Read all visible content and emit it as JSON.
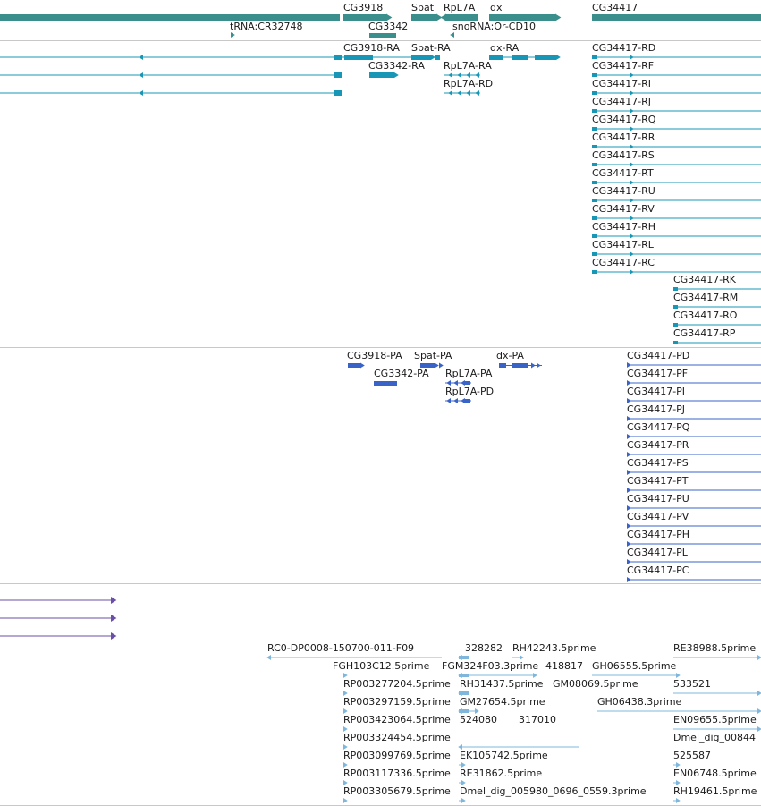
{
  "colors": {
    "gene": "#3a8f8c",
    "transcript": "#1797b5",
    "protein": "#3a63c8",
    "feature": "#6a4fa8",
    "est": "#7fb7dc",
    "divider": "#c8c8c8"
  },
  "genes": [
    {
      "id": "gene-cg3918",
      "label": "CG3918",
      "strand": "+"
    },
    {
      "id": "gene-spat",
      "label": "Spat",
      "strand": "+"
    },
    {
      "id": "gene-rpl7a",
      "label": "RpL7A",
      "strand": "-"
    },
    {
      "id": "gene-dx",
      "label": "dx",
      "strand": "+"
    },
    {
      "id": "gene-cg34417",
      "label": "CG34417",
      "strand": "+"
    },
    {
      "id": "gene-trna",
      "label": "tRNA:CR32748",
      "strand": "+"
    },
    {
      "id": "gene-cg3342",
      "label": "CG3342",
      "strand": "+"
    },
    {
      "id": "gene-snorna",
      "label": "snoRNA:Or-CD10",
      "strand": "-"
    }
  ],
  "transcripts": [
    "CG3918-RA",
    "Spat-RA",
    "dx-RA",
    "CG34417-RD",
    "CG3342-RA",
    "RpL7A-RA",
    "CG34417-RF",
    "RpL7A-RD",
    "CG34417-RI",
    "CG34417-RJ",
    "CG34417-RQ",
    "CG34417-RR",
    "CG34417-RS",
    "CG34417-RT",
    "CG34417-RU",
    "CG34417-RV",
    "CG34417-RH",
    "CG34417-RL",
    "CG34417-RC",
    "CG34417-RK",
    "CG34417-RM",
    "CG34417-RO",
    "CG34417-RP"
  ],
  "proteins": [
    "CG3918-PA",
    "Spat-PA",
    "dx-PA",
    "CG34417-PD",
    "CG3342-PA",
    "RpL7A-PA",
    "CG34417-PF",
    "RpL7A-PD",
    "CG34417-PI",
    "CG34417-PJ",
    "CG34417-PQ",
    "CG34417-PR",
    "CG34417-PS",
    "CG34417-PT",
    "CG34417-PU",
    "CG34417-PV",
    "CG34417-PH",
    "CG34417-PL",
    "CG34417-PC"
  ],
  "ests": [
    "RC0-DP0008-150700-011-F09",
    "328282",
    "RH42243.5prime",
    "RE38988.5prime",
    "FGH103C12.5prime",
    "FGM324F03.3prime",
    "418817",
    "GH06555.5prime",
    "RP003277204.5prime",
    "RH31437.5prime",
    "GM08069.5prime",
    "533521",
    "RP003297159.5prime",
    "GM27654.5prime",
    "GH06438.3prime",
    "RP003423064.5prime",
    "524080",
    "317010",
    "EN09655.5prime",
    "RP003324454.5prime",
    "Dmel_dig_00844",
    "RP003099769.5prime",
    "EK105742.5prime",
    "525587",
    "RP003117336.5prime",
    "RE31862.5prime",
    "EN06748.5prime",
    "RP003305679.5prime",
    "Dmel_dig_005980_0696_0559.3prime",
    "RH19461.5prime"
  ]
}
